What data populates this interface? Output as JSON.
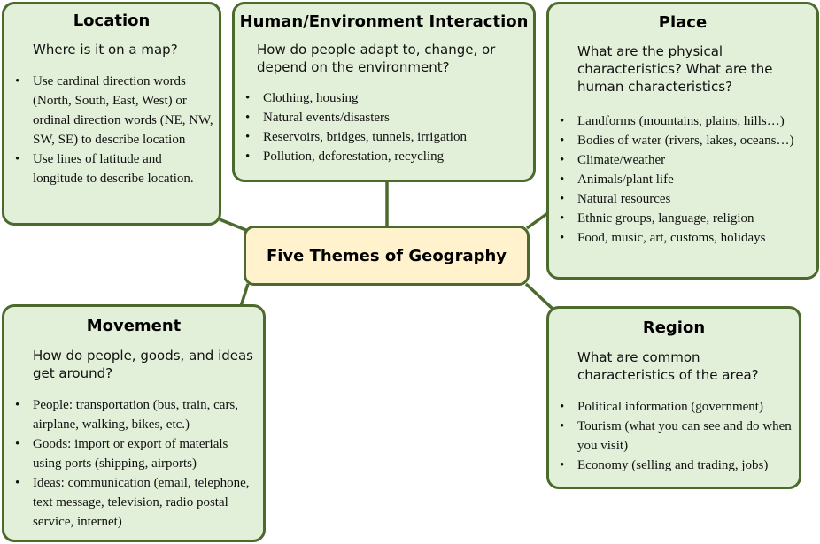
{
  "center": {
    "title": "Five Themes of Geography"
  },
  "colors": {
    "box_fill": "#e2efd9",
    "border": "#4c6a2e",
    "center_fill": "#fff2cc"
  },
  "location": {
    "title": "Location",
    "question": "Where is it on a map?",
    "items": [
      "Use cardinal direction words (North, South, East, West) or ordinal direction words (NE, NW, SW, SE) to describe location",
      "Use lines of  latitude and longitude to describe location."
    ]
  },
  "human": {
    "title": "Human/Environment Interaction",
    "question": "How do people adapt to, change, or depend on the environment?",
    "items": [
      "Clothing, housing",
      "Natural events/disasters",
      "Reservoirs, bridges, tunnels, irrigation",
      "Pollution, deforestation, recycling"
    ]
  },
  "place": {
    "title": "Place",
    "question": "What are the physical characteristics?  What are the human characteristics?",
    "items": [
      "Landforms (mountains, plains, hills…)",
      "Bodies of water (rivers, lakes, oceans…)",
      "Climate/weather",
      "Animals/plant life",
      "Natural resources",
      "Ethnic groups, language, religion",
      "Food, music, art, customs, holidays"
    ]
  },
  "movement": {
    "title": "Movement",
    "question": "How do people, goods, and ideas get around?",
    "items": [
      "People:  transportation (bus, train, cars, airplane, walking, bikes, etc.)",
      "Goods:  import or export of materials using ports (shipping, airports)",
      "Ideas:  communication  (email, telephone, text message, television, radio postal service, internet)"
    ]
  },
  "region": {
    "title": "Region",
    "question": "What are common characteristics of the area?",
    "items": [
      "Political information (government)",
      "Tourism (what you can see and do when you visit)",
      "Economy (selling and trading, jobs)"
    ]
  }
}
